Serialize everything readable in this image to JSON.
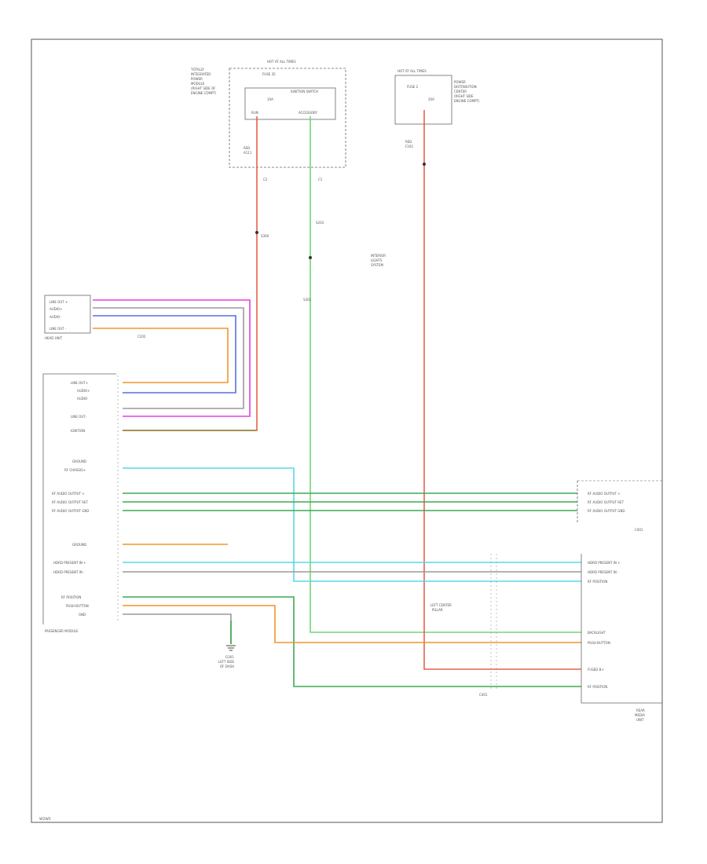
{
  "page_id": "W2W5",
  "fuse_block_top": {
    "header": "HOT AT ALL TIMES",
    "side_note": [
      "TOTALLY",
      "INTEGRATED",
      "POWER",
      "MODULE",
      "(RIGHT SIDE OF",
      "ENGINE COMPT)"
    ],
    "fuse_label": "FUSE 35",
    "fuse_amp": "10A",
    "component": "IGNITION SWITCH",
    "terminal_left": "RUN",
    "terminal_right": "ACCESSORY",
    "wire_left": "RED",
    "wire_left_ckt": "A111",
    "connector_left": "C2",
    "connector_right": "C1"
  },
  "fuse_block_right": {
    "header": "HOT AT ALL TIMES",
    "side_note": [
      "POWER",
      "DISTRIBUTION",
      "CENTER",
      "(RIGHT SIDE",
      "ENGINE COMPT)"
    ],
    "fuse_label": "FUSE 2",
    "fuse_amp": "20A",
    "wire": "RED",
    "ckt": "F202"
  },
  "splices": {
    "center_1": "S203",
    "center_2": "S301",
    "note_right": [
      "INTERIOR",
      "LIGHTS",
      "SYSTEM"
    ],
    "left_1": "S300"
  },
  "headunit": {
    "name": "HEAD UNIT",
    "pins": [
      "LINE OUT +",
      "AUDIO+",
      "AUDIO-",
      "LINE OUT -"
    ],
    "connector": "C202"
  },
  "passenger_module": {
    "name": "PASSENGER MODULE",
    "pins": [
      "LINE OUT+",
      "AUDIO+",
      "AUDIO-",
      "LINE OUT-",
      "",
      "IGNITION",
      "GROUND",
      "RF CHASSIS+",
      "RF AUDIO OUTPUT +",
      "RF AUDIO OUTPUT RET",
      "RF AUDIO OUTPUT GND",
      "GROUND",
      "HDRD PRESENT IN +",
      "HDRD PRESENT IN -",
      "RF POSITION",
      "PUSH BUTTON",
      "GND"
    ]
  },
  "rear_module": {
    "name": [
      "REAR",
      "MEDIA",
      "UNIT"
    ],
    "pins_top": [
      "RF AUDIO OUTPUT +",
      "RF AUDIO OUTPUT RET",
      "RF AUDIO OUTPUT GND"
    ],
    "connector_top": "C401",
    "pins_mid": [
      "HDRD PRESENT IN +",
      "HDRD PRESENT IN -",
      "RF POSITION"
    ],
    "pins_bottom": [
      "BACKLIGHT",
      "PUSH BUTTON",
      "FUSED B+",
      "RF POSITION"
    ]
  },
  "ground": {
    "label": "G301",
    "note": [
      "LEFT SIDE",
      "OF DASH"
    ]
  },
  "left_ground_label": [
    "LEFT CENTER",
    "PILLAR"
  ],
  "bottom_connector": "C401",
  "wire_colors": {
    "red": "#e8604c",
    "light_green": "#72d67a",
    "green": "#3daa52",
    "magenta": "#e040e0",
    "blue": "#5a6fe0",
    "orange": "#f0962a",
    "cyan": "#58d8e8",
    "olive": "#8a8a3a",
    "gray": "#9a9a9a"
  }
}
